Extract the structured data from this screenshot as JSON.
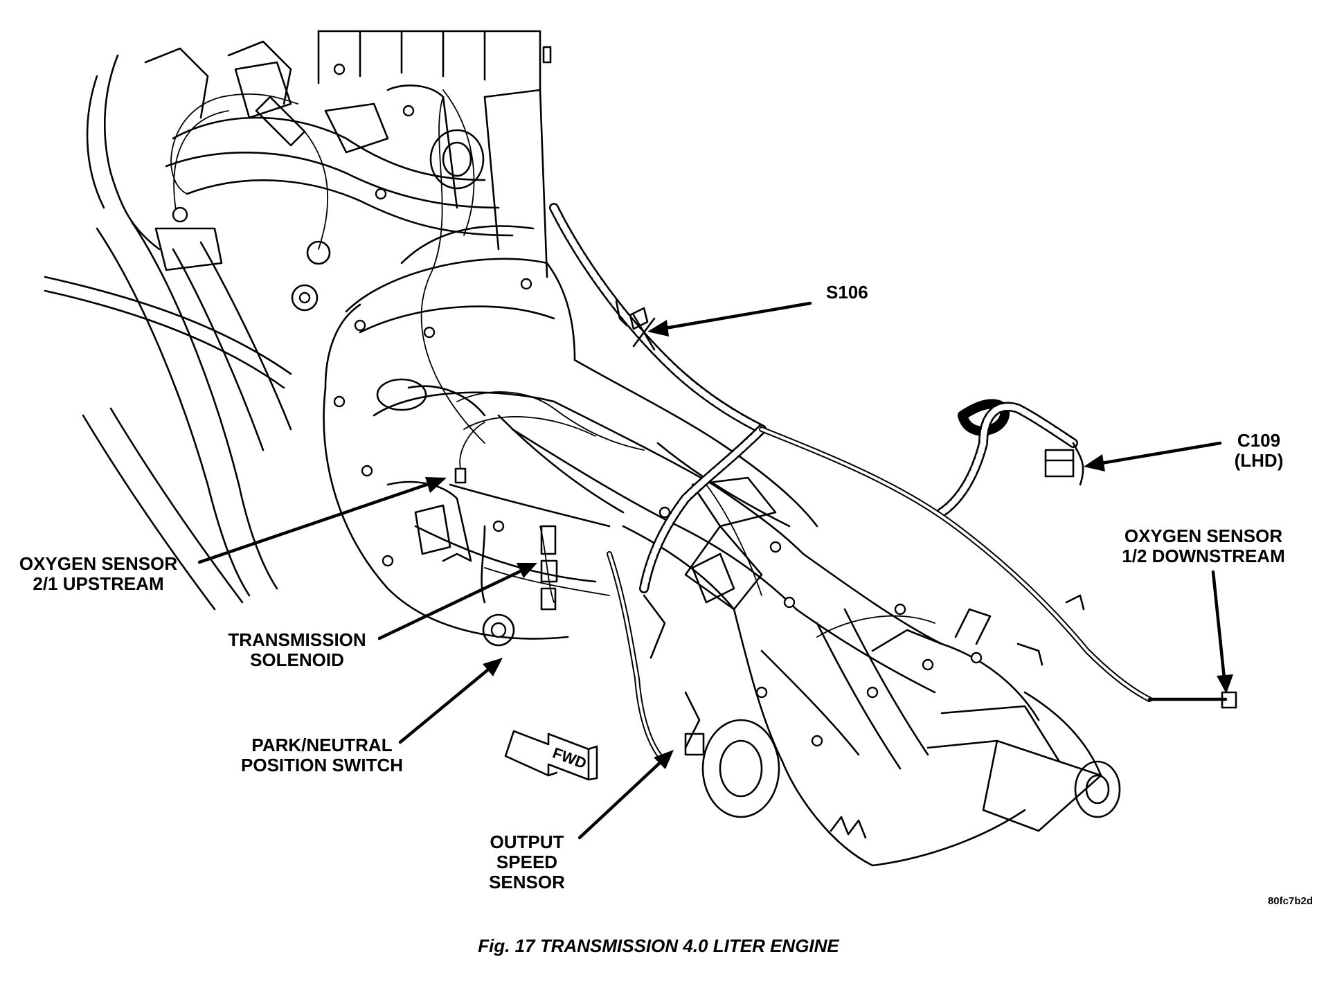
{
  "callouts": {
    "s106": {
      "lines": [
        "S106"
      ]
    },
    "c109": {
      "lines": [
        "C109",
        "(LHD)"
      ]
    },
    "oxygen_sensor_downstream": {
      "lines": [
        "OXYGEN SENSOR",
        "1/2 DOWNSTREAM"
      ]
    },
    "oxygen_sensor_upstream": {
      "lines": [
        "OXYGEN SENSOR",
        "2/1 UPSTREAM"
      ]
    },
    "transmission_solenoid": {
      "lines": [
        "TRANSMISSION",
        "SOLENOID"
      ]
    },
    "park_neutral_switch": {
      "lines": [
        "PARK/NEUTRAL",
        "POSITION SWITCH"
      ]
    },
    "output_speed_sensor": {
      "lines": [
        "OUTPUT",
        "SPEED",
        "SENSOR"
      ]
    }
  },
  "fwd_arrow": {
    "label": "FWD"
  },
  "reference_code": "80fc7b2d",
  "figure_caption": "Fig. 17 TRANSMISSION 4.0 LITER ENGINE",
  "colors": {
    "line": "#000000",
    "background": "#ffffff"
  }
}
